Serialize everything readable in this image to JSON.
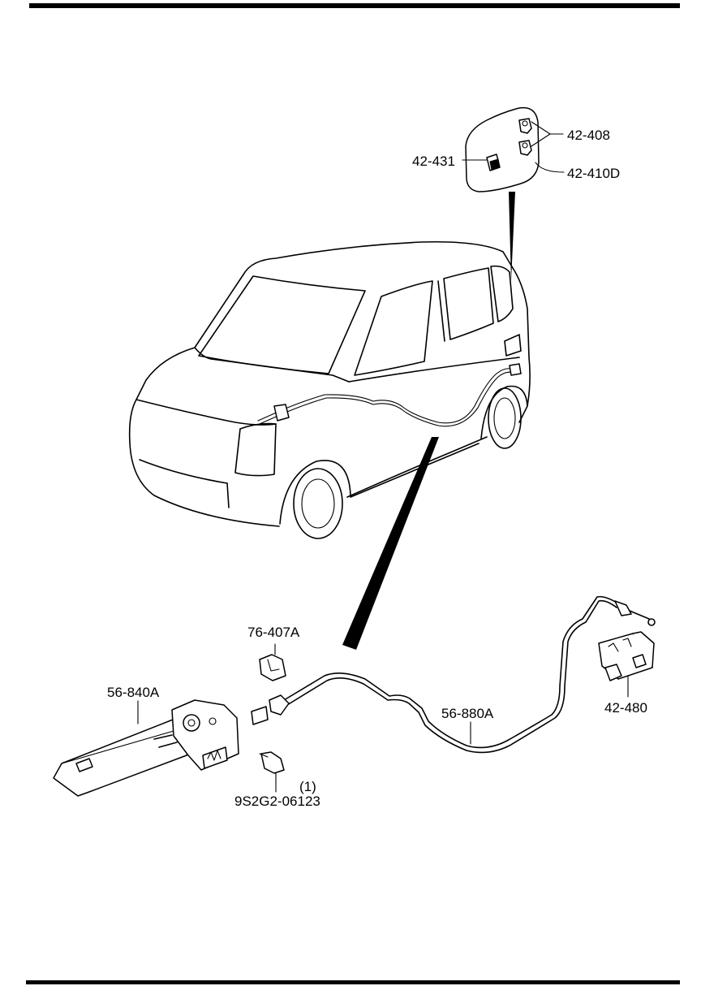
{
  "labels": {
    "fuel_lid_clips": "42-408",
    "fuel_lid_stopper": "42-431",
    "fuel_lid": "42-410D",
    "cable_clip": "76-407A",
    "opener_lever": "56-840A",
    "opener_cable": "56-880A",
    "lid_lock_actuator": "42-480",
    "bolt_quantity": "(1)",
    "bolt_part": "9S2G2-06123"
  }
}
